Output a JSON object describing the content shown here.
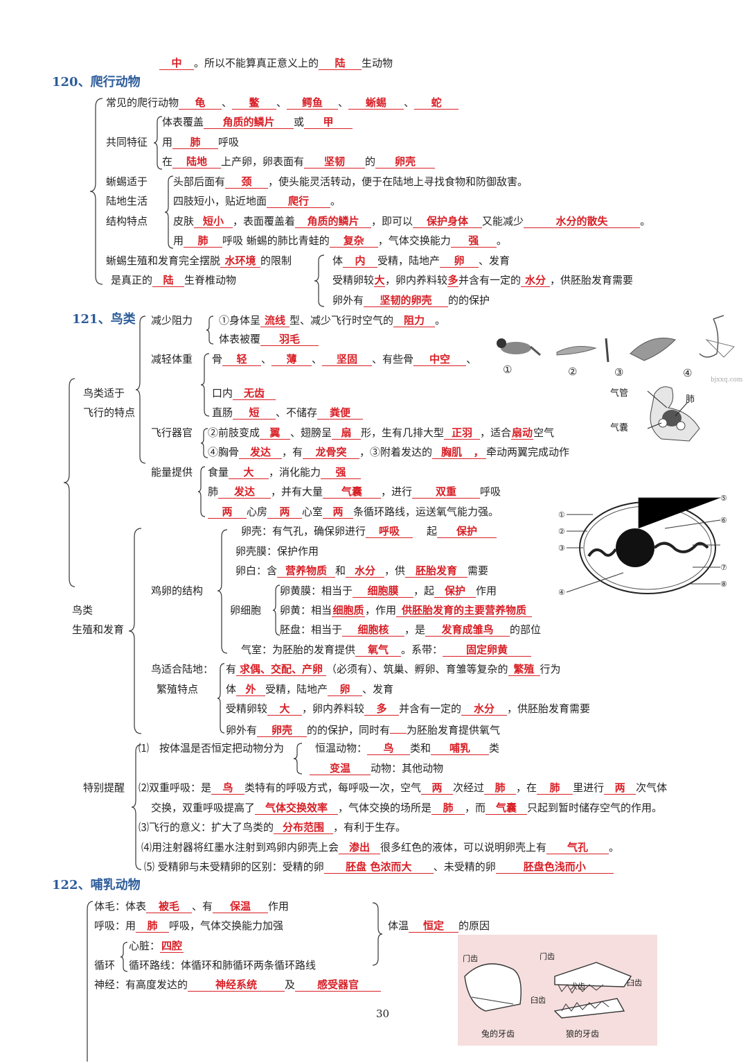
{
  "top_line": {
    "a": "中",
    "b": "。所以不能算真正意义上的",
    "c": "陆",
    "d": "生动物"
  },
  "s120": {
    "title": "120、爬行动物",
    "common_label": "常见的爬行动物",
    "common": [
      "龟",
      "鳖",
      "鳄鱼",
      "蜥蜴",
      "蛇"
    ],
    "sep": "、",
    "shared_label": "共同特征",
    "skin": {
      "a": "体表覆盖",
      "b": "角质的鳞片",
      "c": "或",
      "d": "甲"
    },
    "breath": {
      "a": "用",
      "b": "肺",
      "c": "呼吸"
    },
    "egg": {
      "a": "在",
      "b": "陆地",
      "c": "上产卵，卵表面有",
      "d": "坚韧",
      "e": "的",
      "f": "卵壳"
    },
    "lizard_label": [
      "蜥蜴适于",
      "陆地生活",
      "结构特点"
    ],
    "l1": {
      "a": "头部后面有",
      "b": "颈",
      "c": "，使头能灵活转动，便于在陆地上寻找食物和防御敌害。"
    },
    "l2": {
      "a": "四肢短小，贴近地面",
      "b": "爬行",
      "c": "。"
    },
    "l3": {
      "a": "皮肤",
      "b": "短小",
      "c": "，表面覆盖着",
      "d": "角质的鳞片",
      "e": "，即可以",
      "f": "保护身体",
      "g": "又能减少",
      "h": "水分的散失",
      "i": "。"
    },
    "l4": {
      "a": "用",
      "b": "肺",
      "c": "呼吸 蜥蜴的肺比青蛙的",
      "d": "复杂",
      "e": "，气体交换能力",
      "f": "强",
      "g": "。"
    },
    "repro1": {
      "a": "蜥蜴生殖和发育完全摆脱",
      "b": "水环境",
      "c": "的限制"
    },
    "repro2": {
      "a": "是真正的",
      "b": "陆",
      "c": "生脊椎动物"
    },
    "r1": {
      "a": "体",
      "b": "内",
      "c": "受精，陆地产",
      "d": "卵",
      "e": "、发育"
    },
    "r2": {
      "a": "受精卵较",
      "b": "大",
      "c": "，卵内养料较",
      "d": "多",
      "e": "并含有一定的",
      "f": "水分",
      "g": "，供胚胎发育需要"
    },
    "r3": {
      "a": "卵外有",
      "b": "坚韧的卵壳",
      "c": "的的保护"
    }
  },
  "s121": {
    "title": "121、鸟类",
    "fly_label": [
      "鸟类适于",
      "飞行的特点"
    ],
    "drag_label": "减少阻力",
    "d1": {
      "a": "①身体呈",
      "b": "流线",
      "c": "型、减少飞行时空气的",
      "d": "阻力",
      "e": "。"
    },
    "d2": {
      "a": "体表被覆",
      "b": "羽毛"
    },
    "weight_label": "减轻体重",
    "w1": {
      "a": "骨",
      "b": "轻",
      "c": "、",
      "d": "薄",
      "e": "、",
      "f": "坚固",
      "g": "、有些骨",
      "h": "中空",
      "i": "、"
    },
    "w2": {
      "a": "口内",
      "b": "无齿"
    },
    "w3": {
      "a": "直肠",
      "b": "短",
      "c": "、不储存",
      "d": "粪便"
    },
    "organ_label": "飞行器官",
    "o1": {
      "a": "②前肢变成",
      "b": "翼",
      "c": "、翅膀呈",
      "d": "扇",
      "e": "形，生有几排大型",
      "f": "正羽",
      "g": "，适合",
      "h": "扇动",
      "i": "空气"
    },
    "o2": {
      "a": "④胸骨",
      "b": "发达",
      "c": "，有",
      "d": "龙骨突",
      "e": "，③附着发达的",
      "f": "胸肌",
      "g": "，",
      "h": "牵动两翼完成动作"
    },
    "energy_label": "能量提供",
    "e1": {
      "a": "食量",
      "b": "大",
      "c": "，消化能力",
      "d": "强"
    },
    "e2": {
      "a": "肺",
      "b": "发达",
      "c": "，并有大量",
      "d": "气囊",
      "e": "，进行",
      "f": "双重",
      "g": "呼吸"
    },
    "e3": {
      "a": "两",
      "b": "心房",
      "c": "两",
      "d": "心室",
      "e": "两",
      "f": "条循环路线，运送氧气能力强。"
    },
    "bird_nums": [
      "①",
      "②",
      "③",
      "④"
    ],
    "watermark": "bjxxq.com",
    "lung_labels": {
      "trachea": "气管",
      "lung": "肺",
      "sac": "气囊"
    },
    "repro_label": [
      "鸟类",
      "生殖和发育"
    ],
    "eggstruct_label": "鸡卵的结构",
    "shell": {
      "a": "卵壳：有气孔，确保卵进行",
      "b": "呼吸",
      "c": "起",
      "d": "保护"
    },
    "membrane": "卵壳膜：保护作用",
    "white": {
      "a": "卵白：含",
      "b": "营养物质",
      "c": "和",
      "d": "水分",
      "e": "，供",
      "f": "胚胎发育",
      "g": "需要"
    },
    "cell_label": "卵细胞",
    "c1": {
      "a": "卵黄膜：相当于",
      "b": "细胞膜",
      "c": "，起",
      "d": "保护",
      "e": "作用"
    },
    "c2": {
      "a": "卵黄：相当",
      "b": "细胞质",
      "c": "，作用",
      "d": "供胚胎发育的主要营养物质"
    },
    "c3": {
      "a": "胚盘：相当于",
      "b": "细胞核",
      "c": "，是",
      "d": "发育成雏鸟",
      "e": "的部位"
    },
    "aircell": {
      "a": "气室：为胚胎的发育提供",
      "b": "氧气",
      "c": "。系带：",
      "d": "固定卵黄"
    },
    "egg_nums": [
      "①",
      "②",
      "③",
      "④",
      "⑤",
      "⑥",
      "⑦",
      "⑧"
    ],
    "land_label": [
      "鸟适合陆地",
      "繁殖特点"
    ],
    "b1": {
      "a": "有",
      "b": "求偶、交配、产卵",
      "c": "（必须有）、筑巢、孵卵、育雏等复杂的",
      "d": "繁殖",
      "e": "行为"
    },
    "b2": {
      "a": "体",
      "b": "外",
      "c": "受精，陆地产",
      "d": "卵",
      "e": "、发育"
    },
    "b3": {
      "a": "受精卵较",
      "b": "大",
      "c": "，卵内养料较",
      "d": "多",
      "e": "并含有一定的",
      "f": "水分",
      "g": "，供胚胎发育需要"
    },
    "b4": {
      "a": "卵外有",
      "b": "卵壳",
      "c": "的的保护，同时有",
      "d": "为胚胎发育提供氧气"
    },
    "tip_label": "特别提醒",
    "t1": {
      "a": "⑴　按体温是否恒定把动物分为",
      "b": "恒温动物：",
      "c": "鸟",
      "d": "类和",
      "e": "哺乳",
      "f": "类"
    },
    "t1b": {
      "a": "变温",
      "b": "动物：其他动物"
    },
    "t2": {
      "a": "⑵双重呼吸：是",
      "b": "鸟",
      "c": "类特有的呼吸方式，每呼吸一次，空气",
      "d": "两",
      "e": "次经过",
      "f": "肺",
      "g": "，在",
      "h": "肺",
      "i": "里进行",
      "j": "两",
      "k": "次气体"
    },
    "t2b": {
      "a": "交换，双重呼吸提高了",
      "b": "气体交换效率",
      "c": "，气体交换的场所是",
      "d": "肺",
      "e": "，而",
      "f": "气囊",
      "g": "只起到暂时储存空气的作用。"
    },
    "t3": {
      "a": "⑶飞行的意义：扩大了鸟类的",
      "b": "分布范围",
      "c": "，有利于生存。"
    },
    "t4": {
      "a": "⑷用注射器将红墨水注射到鸡卵内卵壳上会",
      "b": "渗出",
      "c": "很多红色的液体，可以说明卵壳上有",
      "d": "气孔",
      "e": "。"
    },
    "t5": {
      "a": "⑸ 受精卵与未受精卵的区别：受精的卵",
      "b": "胚盘 色浓而大",
      "c": "、未受精的卵",
      "d": "胚盘色浅而小"
    }
  },
  "s122": {
    "title": "122、哺乳动物",
    "hair": {
      "a": "体毛：体表",
      "b": "被毛",
      "c": "、有",
      "d": "保温",
      "e": "作用"
    },
    "resp": {
      "a": "呼吸：用",
      "b": "肺",
      "c": "呼吸，气体交换能力加强"
    },
    "circ_label": "循环",
    "heart": {
      "a": "心脏：",
      "b": "四腔"
    },
    "route": "循环路线：体循环和肺循环两条循环路线",
    "nerve": {
      "a": "神经：有高度发达的",
      "b": "神经系统",
      "c": "及",
      "d": "感受器官"
    },
    "temp": {
      "a": "体温",
      "b": "恒定",
      "c": "的原因"
    },
    "teeth": {
      "rabbit_incisor": "门齿",
      "rabbit_molar": "臼齿",
      "rabbit_caption": "兔的牙齿",
      "wolf_incisor": "门齿",
      "wolf_canine": "犬齿",
      "wolf_molar": "臼齿",
      "wolf_caption": "狼的牙齿"
    }
  },
  "page_number": "30",
  "colors": {
    "answer": "#d81f26",
    "heading": "#2d5c9a",
    "teeth_bg": "#f6dede"
  }
}
